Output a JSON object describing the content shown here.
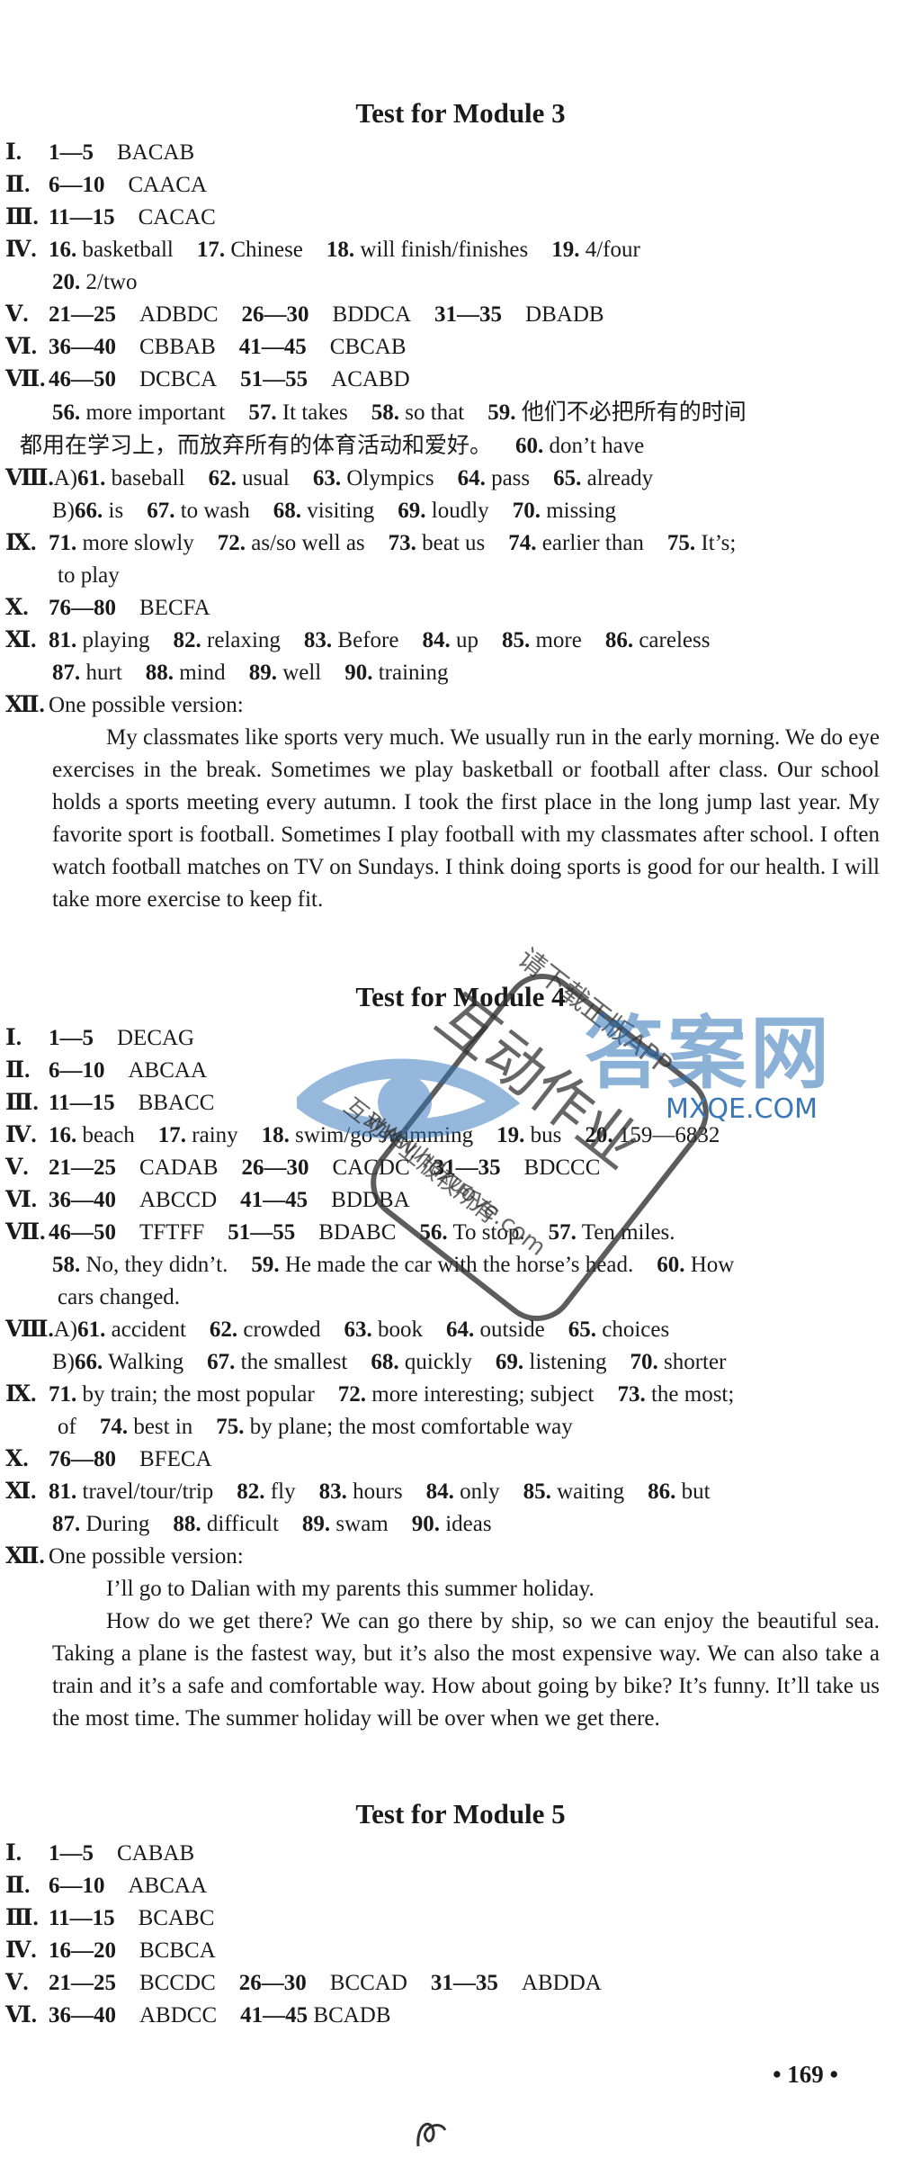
{
  "m3": {
    "title": "Test for Module 3",
    "l1": {
      "r": "Ⅰ.",
      "a": "1—5",
      "b": "BACAB"
    },
    "l2": {
      "r": "Ⅱ.",
      "a": "6—10",
      "b": "CAACA"
    },
    "l3": {
      "r": "Ⅲ.",
      "a": "11—15",
      "b": "CACAC"
    },
    "l4a": {
      "r": "Ⅳ.",
      "n16": "16.",
      "t16": "basketball",
      "n17": "17.",
      "t17": "Chinese",
      "n18": "18.",
      "t18": "will finish/finishes",
      "n19": "19.",
      "t19": "4/four"
    },
    "l4b": {
      "n20": "20.",
      "t20": "2/two"
    },
    "l5": {
      "r": "Ⅴ.",
      "a": "21—25",
      "b": "ADBDC",
      "c": "26—30",
      "d": "BDDCA",
      "e": "31—35",
      "f": "DBADB"
    },
    "l6": {
      "r": "Ⅵ.",
      "a": "36—40",
      "b": "CBBAB",
      "c": "41—45",
      "d": "CBCAB"
    },
    "l7": {
      "r": "Ⅶ.",
      "a": "46—50",
      "b": "DCBCA",
      "c": "51—55",
      "d": "ACABD"
    },
    "l8": {
      "n56": "56.",
      "t56": "more important",
      "n57": "57.",
      "t57": "It takes",
      "n58": "58.",
      "t58": "so that",
      "n59": "59.",
      "t59": "他们不必把所有的时间"
    },
    "l9": {
      "t59b": "都用在学习上，而放弃所有的体育活动和爱好。",
      "n60": "60.",
      "t60": "don’t have"
    },
    "l10": {
      "r": "Ⅷ.",
      "p": "A)",
      "n61": "61.",
      "t61": "baseball",
      "n62": "62.",
      "t62": "usual",
      "n63": "63.",
      "t63": "Olympics",
      "n64": "64.",
      "t64": "pass",
      "n65": "65.",
      "t65": "already"
    },
    "l11": {
      "p": "B)",
      "n66": "66.",
      "t66": "is",
      "n67": "67.",
      "t67": "to wash",
      "n68": "68.",
      "t68": "visiting",
      "n69": "69.",
      "t69": "loudly",
      "n70": "70.",
      "t70": "missing"
    },
    "l12": {
      "r": "Ⅸ.",
      "n71": "71.",
      "t71": "more slowly",
      "n72": "72.",
      "t72": "as/so well as",
      "n73": "73.",
      "t73": "beat us",
      "n74": "74.",
      "t74": "earlier than",
      "n75": "75.",
      "t75": "It’s;"
    },
    "l13": {
      "t75b": "to play"
    },
    "l14": {
      "r": "Ⅹ.",
      "a": "76—80",
      "b": "BECFA"
    },
    "l15": {
      "r": "Ⅺ.",
      "n81": "81.",
      "t81": "playing",
      "n82": "82.",
      "t82": "relaxing",
      "n83": "83.",
      "t83": "Before",
      "n84": "84.",
      "t84": "up",
      "n85": "85.",
      "t85": "more",
      "n86": "86.",
      "t86": "careless"
    },
    "l16": {
      "n87": "87.",
      "t87": "hurt",
      "n88": "88.",
      "t88": "mind",
      "n89": "89.",
      "t89": "well",
      "n90": "90.",
      "t90": "training"
    },
    "l17": {
      "r": "Ⅻ.",
      "t": "One possible version:"
    },
    "essay": "My classmates like sports very much. We usually run in the early morning. We do eye exercises in the break. Sometimes we play basketball or football after class. Our school holds a sports meeting every autumn. I took the first place in the long jump last year. My favorite sport is football. Sometimes I play football with my classmates after school. I often watch football matches on TV on Sundays. I think doing sports is good for our health. I will take more exercise to keep fit."
  },
  "m4": {
    "title": "Test for Module 4",
    "l1": {
      "r": "Ⅰ.",
      "a": "1—5",
      "b": "DECAG"
    },
    "l2": {
      "r": "Ⅱ.",
      "a": "6—10",
      "b": "ABCAA"
    },
    "l3": {
      "r": "Ⅲ.",
      "a": "11—15",
      "b": "BBACC"
    },
    "l4": {
      "r": "Ⅳ.",
      "n16": "16.",
      "t16": "beach",
      "n17": "17.",
      "t17": "rainy",
      "n18": "18.",
      "t18": "swim/go swimming",
      "n19": "19.",
      "t19": "bus",
      "n20": "20.",
      "t20": "159—6832"
    },
    "l5": {
      "r": "Ⅴ.",
      "a": "21—25",
      "b": "CADAB",
      "c": "26—30",
      "d": "CACDC",
      "e": "31—35",
      "f": "BDCCC"
    },
    "l6": {
      "r": "Ⅵ.",
      "a": "36—40",
      "b": "ABCCD",
      "c": "41—45",
      "d": "BDDBA"
    },
    "l7": {
      "r": "Ⅶ.",
      "a": "46—50",
      "b": "TFTFF",
      "c": "51—55",
      "d": "BDABC",
      "n56": "56.",
      "t56": "To stop.",
      "n57": "57.",
      "t57": "Ten miles."
    },
    "l8": {
      "n58": "58.",
      "t58": "No, they didn’t.",
      "n59": "59.",
      "t59": "He made the car with the horse’s head.",
      "n60": "60.",
      "t60": "How"
    },
    "l9": {
      "t60b": "cars changed."
    },
    "l10": {
      "r": "Ⅷ.",
      "p": "A)",
      "n61": "61.",
      "t61": "accident",
      "n62": "62.",
      "t62": "crowded",
      "n63": "63.",
      "t63": "book",
      "n64": "64.",
      "t64": "outside",
      "n65": "65.",
      "t65": "choices"
    },
    "l11": {
      "p": "B)",
      "n66": "66.",
      "t66": "Walking",
      "n67": "67.",
      "t67": "the smallest",
      "n68": "68.",
      "t68": "quickly",
      "n69": "69.",
      "t69": "listening",
      "n70": "70.",
      "t70": "shorter"
    },
    "l12": {
      "r": "Ⅸ.",
      "n71": "71.",
      "t71": "by train; the most popular",
      "n72": "72.",
      "t72": "more interesting; subject",
      "n73": "73.",
      "t73": "the most;"
    },
    "l13": {
      "t73b": "of",
      "n74": "74.",
      "t74": "best in",
      "n75": "75.",
      "t75": "by plane; the most comfortable way"
    },
    "l14": {
      "r": "Ⅹ.",
      "a": "76—80",
      "b": "BFECA"
    },
    "l15": {
      "r": "Ⅺ.",
      "n81": "81.",
      "t81": "travel/tour/trip",
      "n82": "82.",
      "t82": "fly",
      "n83": "83.",
      "t83": "hours",
      "n84": "84.",
      "t84": "only",
      "n85": "85.",
      "t85": "waiting",
      "n86": "86.",
      "t86": "but"
    },
    "l16": {
      "n87": "87.",
      "t87": "During",
      "n88": "88.",
      "t88": "difficult",
      "n89": "89.",
      "t89": "swam",
      "n90": "90.",
      "t90": "ideas"
    },
    "l17": {
      "r": "Ⅻ.",
      "t": "One possible version:"
    },
    "essay_p1": "I’ll go to Dalian with my parents this summer holiday.",
    "essay_p2": "How do we get there? We can go there by ship, so we can enjoy the beautiful sea. Taking a plane is the fastest way, but it’s also the most expensive way. We can also take a train and it’s a safe and comfortable way. How about going by bike? It’s funny. It’ll take us the most time. The summer holiday will be over when we get there."
  },
  "m5": {
    "title": "Test for Module 5",
    "l1": {
      "r": "Ⅰ.",
      "a": "1—5",
      "b": "CABAB"
    },
    "l2": {
      "r": "Ⅱ.",
      "a": "6—10",
      "b": "ABCAA"
    },
    "l3": {
      "r": "Ⅲ.",
      "a": "11—15",
      "b": "BCABC"
    },
    "l4": {
      "r": "Ⅳ.",
      "a": "16—20",
      "b": "BCBCA"
    },
    "l5": {
      "r": "Ⅴ.",
      "a": "21—25",
      "b": "BCCDC",
      "c": "26—30",
      "d": "BCCAD",
      "e": "31—35",
      "f": "ABDDA"
    },
    "l6": {
      "r": "Ⅵ.",
      "a": "36—40",
      "b": "ABDCC",
      "c": "41—45",
      "d": "BCADB"
    }
  },
  "footer": {
    "page": "• 169 •"
  },
  "watermark": {
    "stamp_big": "互动作业",
    "stamp_top": "请下载正版APP",
    "stamp_mid": "互动作业版权所有",
    "stamp_url": "www.hdzuoye.com",
    "logo_big": "答案网",
    "logo_url": "MXQE.COM"
  },
  "colors": {
    "ink": "#1a1a1a",
    "watermark_blue": "#2d72b8",
    "stamp_gray": "#333333"
  }
}
